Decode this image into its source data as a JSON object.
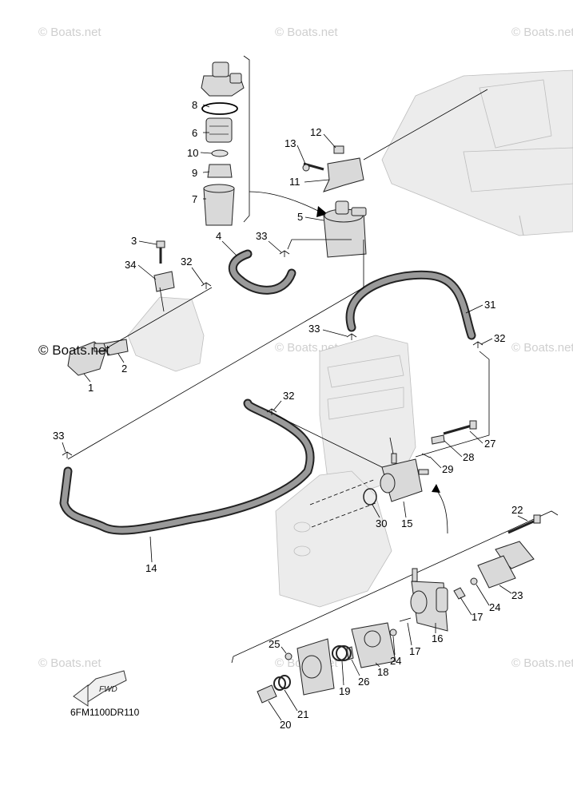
{
  "watermarks": [
    "© Boats.net",
    "© Boats.net",
    "© Boats.net",
    "© Boats.net",
    "© Boats.net",
    "© Boats.net",
    "© Boats.net",
    "© Boats.net"
  ],
  "watermark_dark": "© Boats.net",
  "drawing_code": "6FM1100DR110",
  "fwd_label": "FWD",
  "callouts": {
    "c1": "1",
    "c2": "2",
    "c3": "3",
    "c4": "4",
    "c5": "5",
    "c6": "6",
    "c7": "7",
    "c8": "8",
    "c9": "9",
    "c10": "10",
    "c11": "11",
    "c12": "12",
    "c13": "13",
    "c14": "14",
    "c15": "15",
    "c16": "16",
    "c17a": "17",
    "c17b": "17",
    "c18": "18",
    "c19": "19",
    "c20": "20",
    "c21": "21",
    "c22": "22",
    "c23": "23",
    "c24a": "24",
    "c24b": "24",
    "c25": "25",
    "c26": "26",
    "c27": "27",
    "c28": "28",
    "c29": "29",
    "c30": "30",
    "c31": "31",
    "c32a": "32",
    "c32b": "32",
    "c32c": "32",
    "c33a": "33",
    "c33b": "33",
    "c33c": "33",
    "c34": "34"
  }
}
